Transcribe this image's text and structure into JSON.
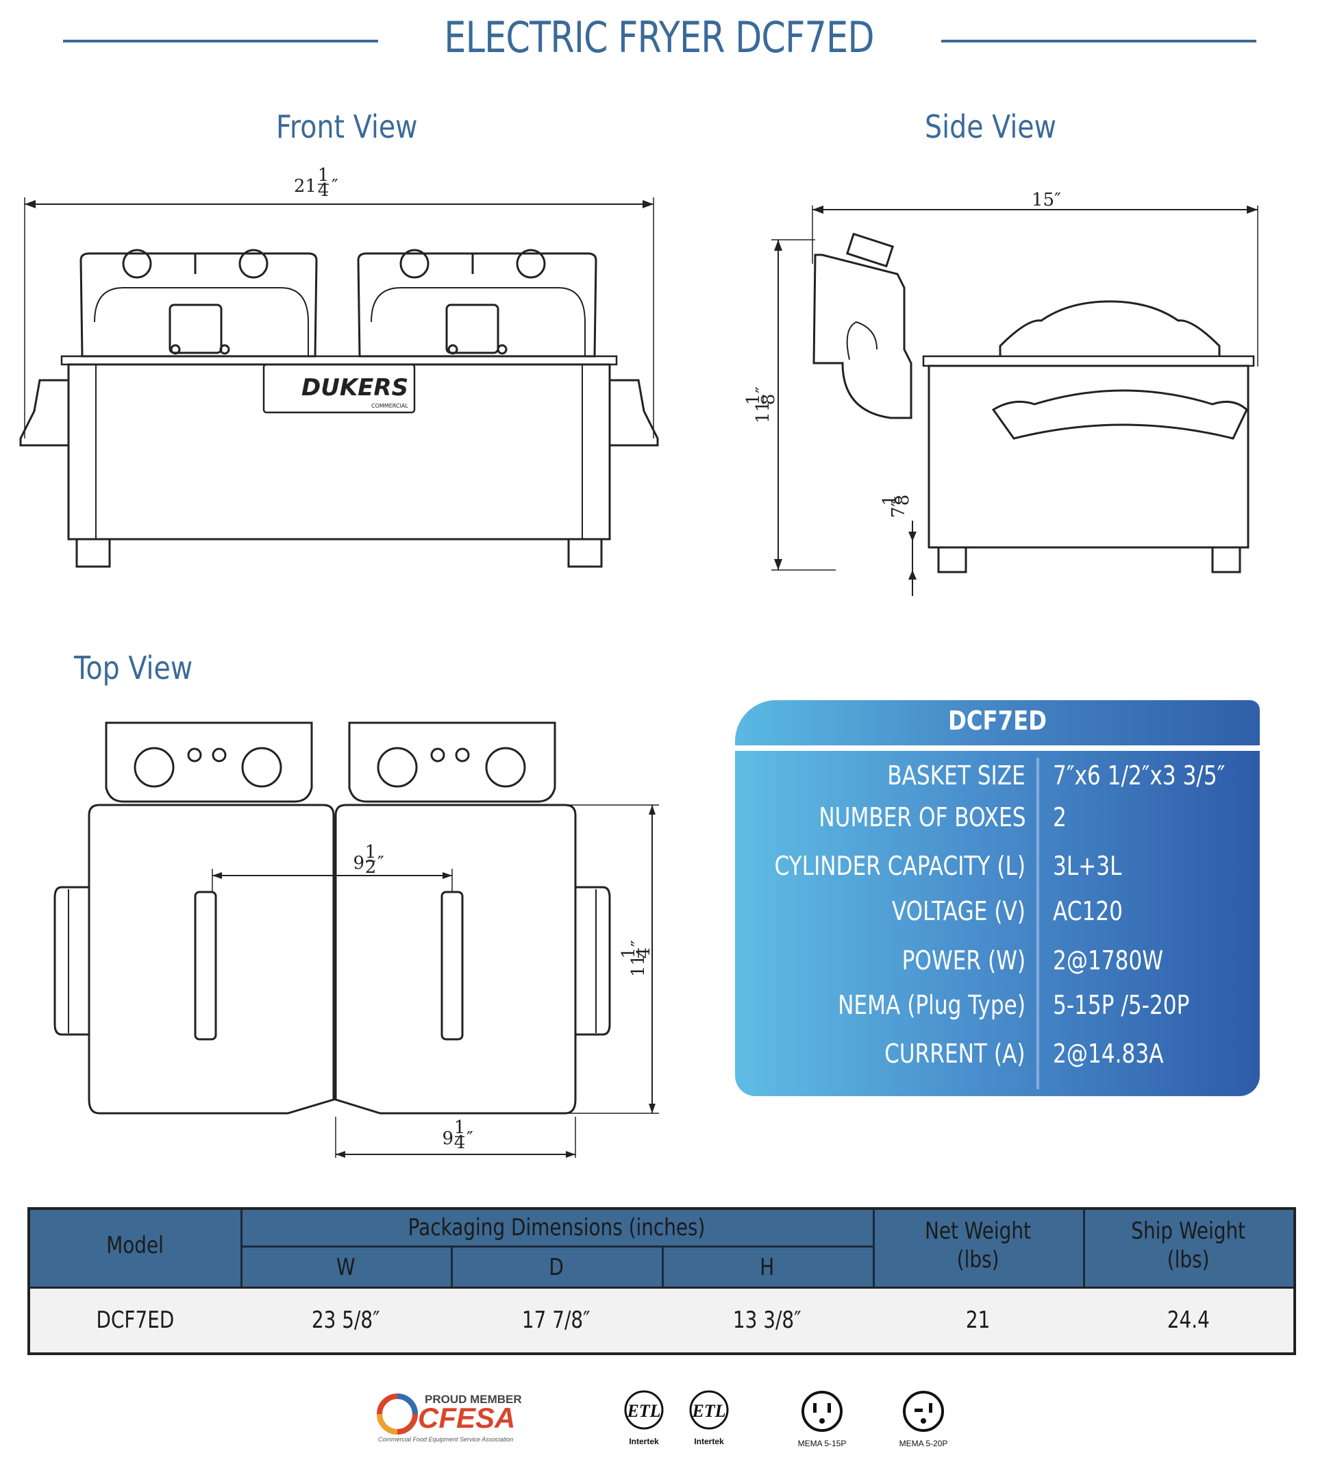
{
  "header": {
    "title": "ELECTRIC FRYER DCF7ED"
  },
  "views": {
    "front": {
      "label": "Front View",
      "width_whole": "21",
      "width_num": "1",
      "width_den": "4",
      "inch": "″"
    },
    "side": {
      "label": "Side View",
      "depth_label": "15″",
      "height_whole": "11",
      "height_num": "1",
      "height_den": "8",
      "leg_whole": "7″",
      "leg_num": "1",
      "leg_den": "8",
      "inch": "″"
    },
    "top": {
      "label": "Top View",
      "basket_gap_whole": "9",
      "basket_gap_num": "1",
      "basket_gap_den": "2",
      "pot_width_whole": "9",
      "pot_width_num": "1",
      "pot_width_den": "4",
      "depth_whole": "11",
      "depth_num": "1",
      "depth_den": "4",
      "inch": "″"
    },
    "brand": {
      "logo_text": "DUKERS",
      "logo_sub": "COMMERCIAL"
    }
  },
  "spec_card": {
    "title": "DCF7ED",
    "rows": [
      {
        "label": "BASKET SIZE",
        "value": "7″x6 1/2″x3 3/5″"
      },
      {
        "label": "NUMBER OF BOXES",
        "value": "2"
      },
      {
        "label": "CYLINDER CAPACITY (L)",
        "value": "3L+3L"
      },
      {
        "label": "VOLTAGE (V)",
        "value": "AC120"
      },
      {
        "label": "POWER (W)",
        "value": "2@1780W"
      },
      {
        "label": "NEMA (Plug Type)",
        "value": "5-15P /5-20P"
      },
      {
        "label": "CURRENT (A)",
        "value": "2@14.83A"
      }
    ]
  },
  "packaging_table": {
    "headers": {
      "model": "Model",
      "packaging": "Packaging Dimensions (inches)",
      "w": "W",
      "d": "D",
      "h": "H",
      "net_weight_1": "Net Weight",
      "net_weight_2": "(lbs)",
      "ship_weight_1": "Ship Weight",
      "ship_weight_2": "(lbs)"
    },
    "row": {
      "model": "DCF7ED",
      "w": "23 5/8″",
      "d": "17 7/8″",
      "h": "13 3/8″",
      "net_weight": "21",
      "ship_weight": "24.4"
    }
  },
  "footer_logos": {
    "cfesa_top": "PROUD MEMBER",
    "cfesa_name": "CFESA",
    "cfesa_sub": "Commercial Food Equipment Service Association",
    "etl_1": "Intertek",
    "etl_2": "Intertek",
    "nema_1": "MEMA 5-15P",
    "nema_2": "MEMA 5-20P"
  },
  "colors": {
    "heading_blue": "#3a6a99",
    "table_header": "#3d6993",
    "card_light": "#5fbde4",
    "card_dark": "#2e5ca8",
    "cfesa_red": "#d9452b"
  }
}
